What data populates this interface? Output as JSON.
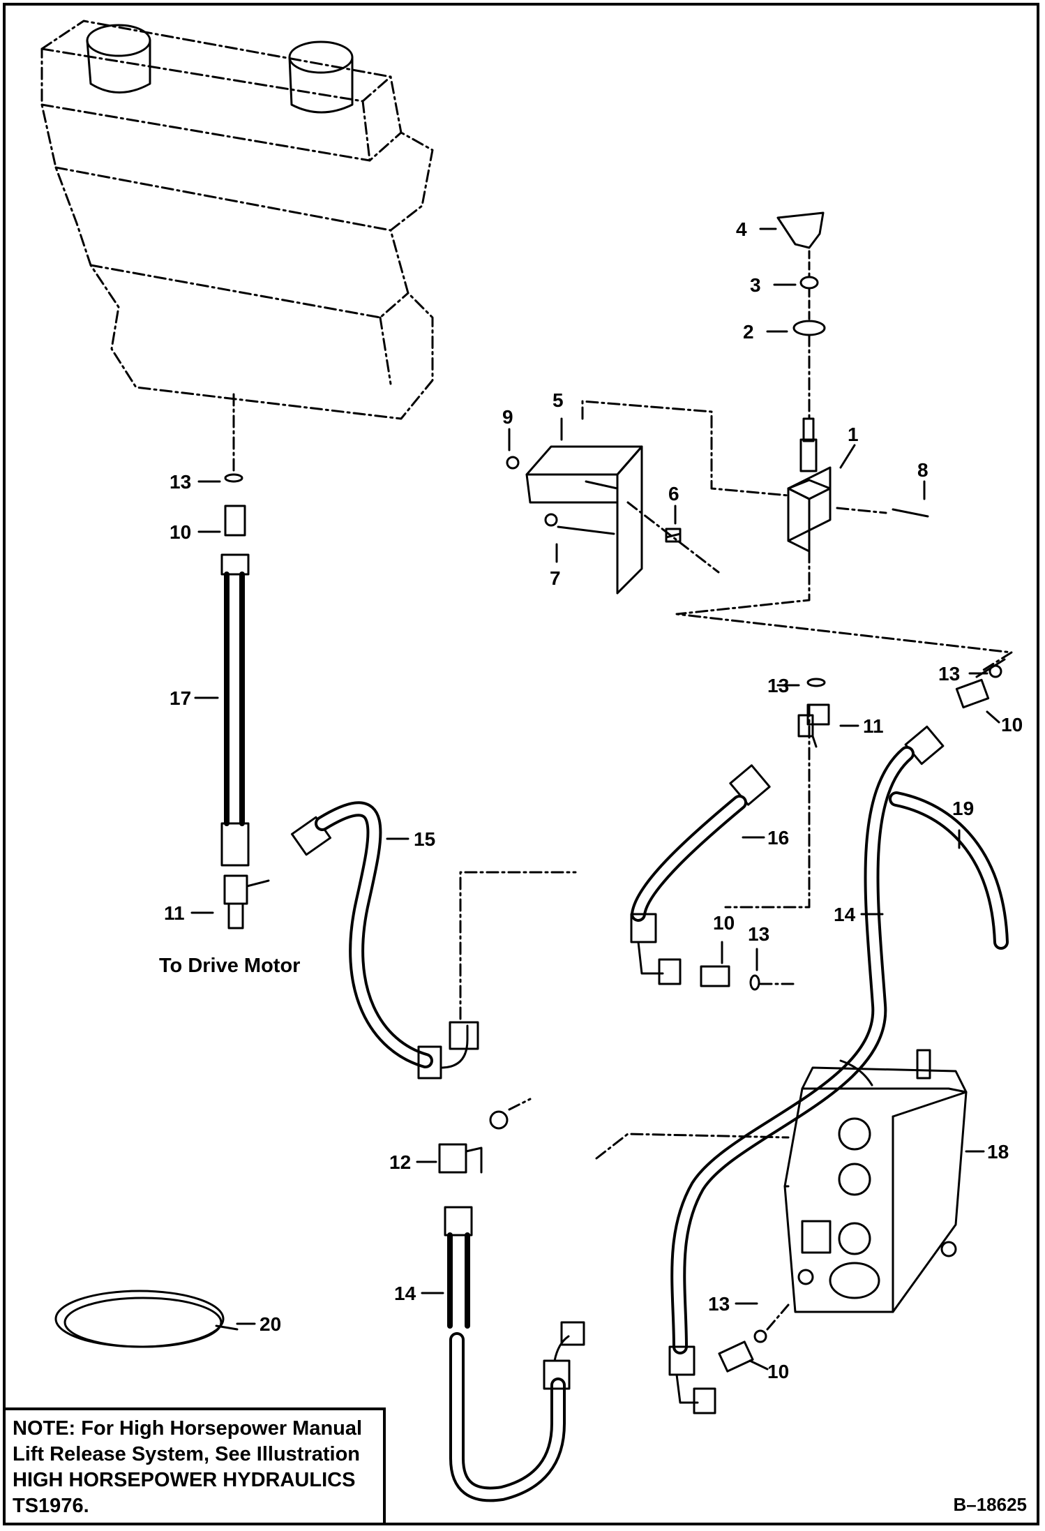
{
  "callouts": {
    "c1": "1",
    "c2": "2",
    "c3": "3",
    "c4": "4",
    "c5": "5",
    "c6": "6",
    "c7": "7",
    "c8": "8",
    "c9": "9",
    "c10a": "10",
    "c10b": "10",
    "c10c": "10",
    "c10d": "10",
    "c11a": "11",
    "c11b": "11",
    "c12": "12",
    "c13a": "13",
    "c13b": "13",
    "c13c": "13",
    "c13d": "13",
    "c13e": "13",
    "c14a": "14",
    "c14b": "14",
    "c15": "15",
    "c16": "16",
    "c17": "17",
    "c18": "18",
    "c19": "19",
    "c20": "20"
  },
  "to_drive_motor": "To Drive Motor",
  "note": {
    "line1": "NOTE: For High Horsepower Manual",
    "line2": "Lift Release System, See Illustration",
    "line3": "HIGH HORSEPOWER HYDRAULICS",
    "line4": "TS1976."
  },
  "drawing_number": "B–18625"
}
